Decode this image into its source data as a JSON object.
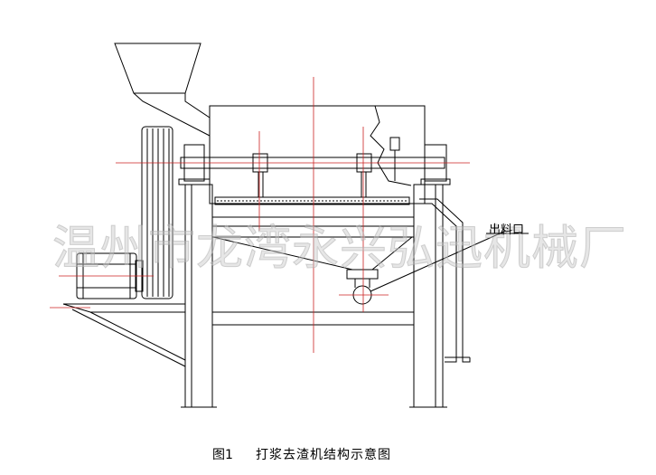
{
  "diagram": {
    "outlet_label": "出料口",
    "watermark": "温州市龙湾永兴弘迅机械厂",
    "figure_number": "图1",
    "figure_title": "打浆去渣机结构示意图",
    "colors": {
      "line": "#000000",
      "centerline": "#cc2222",
      "watermark": "#c8c8c8"
    }
  }
}
